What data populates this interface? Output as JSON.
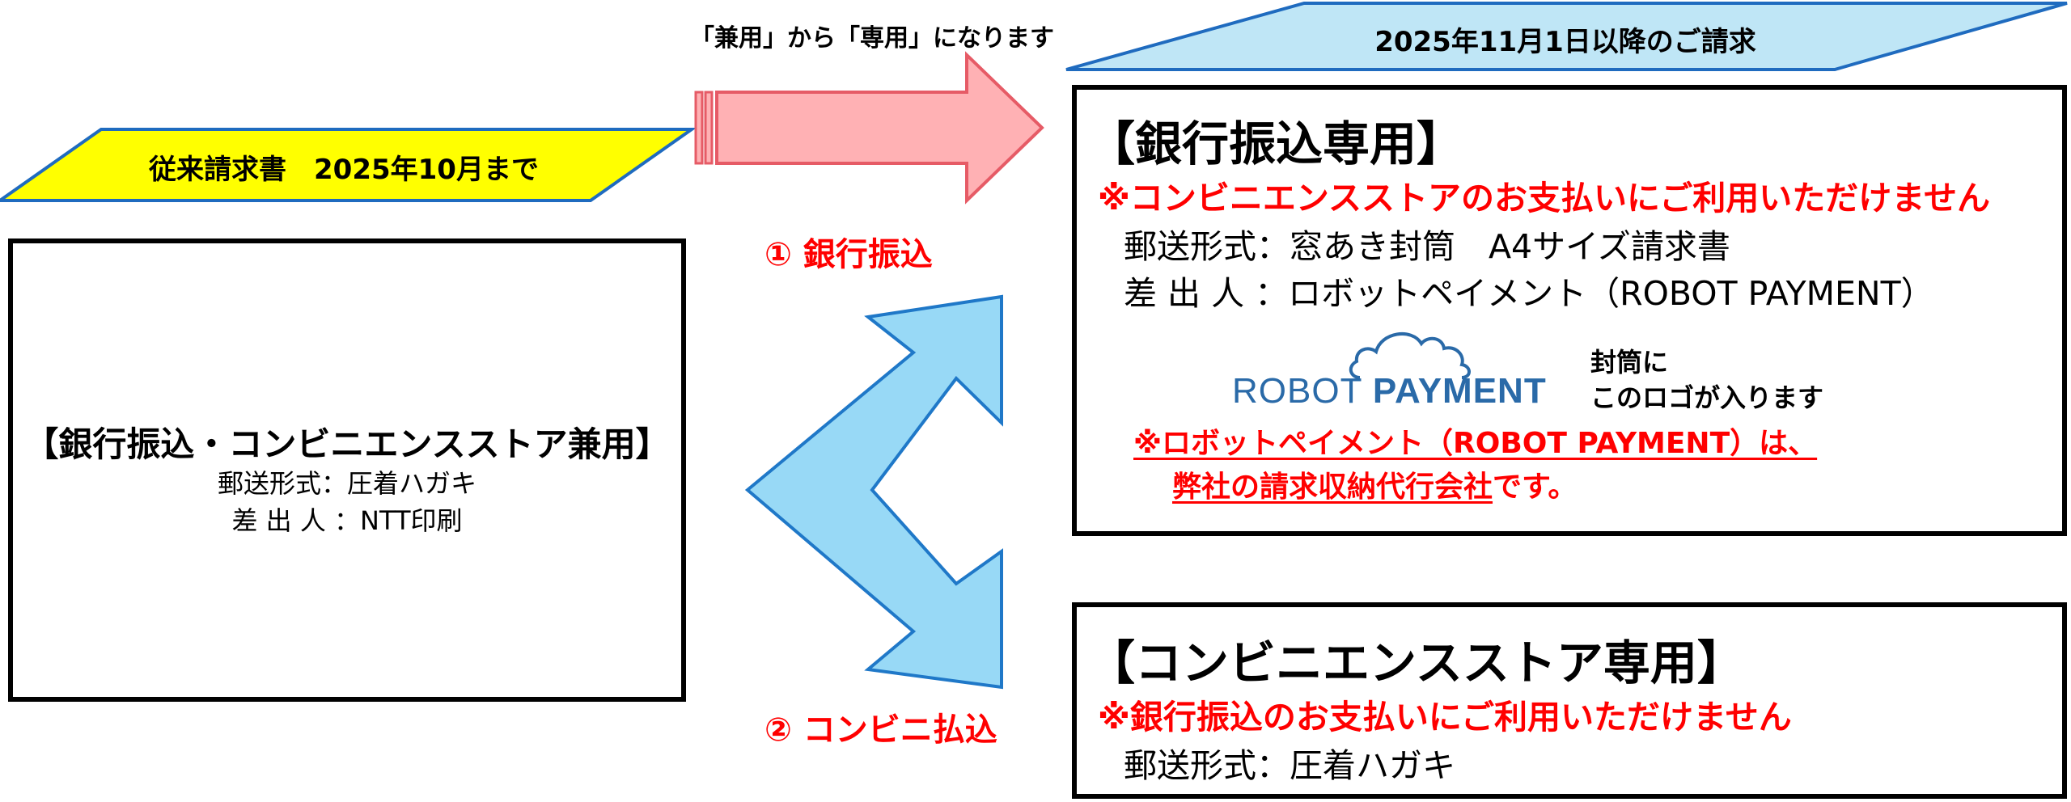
{
  "colors": {
    "legacy_banner_fill": "#ffff00",
    "legacy_banner_stroke": "#1f6bbf",
    "new_banner_fill": "#bfe6f6",
    "new_banner_stroke": "#1f6bbf",
    "pink_arrow": "#ffb1b4",
    "pink_arrow_stroke": "#e65b66",
    "blue_arrow": "#98d9f6",
    "blue_arrow_stroke": "#1f78c8",
    "red_text": "#ff0000",
    "logo_blue": "#2a6aa8"
  },
  "legacy": {
    "banner": "従来請求書　2025年10月まで",
    "title": "【銀行振込・コンビニエンスストア兼用】",
    "mail_format": "郵送形式：圧着ハガキ",
    "sender": "差 出 人 ：NTT印刷"
  },
  "transition": {
    "note": "「兼用」から「専用」になります",
    "route1": "① 銀行振込",
    "route2": "② コンビニ払込"
  },
  "new": {
    "banner": "2025年11月1日以降のご請求",
    "bank": {
      "title": "【銀行振込専用】",
      "warning": "※コンビニエンスストアのお支払いにご利用いただけません",
      "mail_format": "郵送形式：窓あき封筒　A4サイズ請求書",
      "sender": "差 出 人 ：ロボットペイメント（ROBOT PAYMENT）",
      "logo_text_a": "ROBOT",
      "logo_text_b": "PAYMENT",
      "logo_note_1": "封筒に",
      "logo_note_2": "このロゴが入ります",
      "agent_note_1": "※ロボットペイメント（ROBOT PAYMENT）は、",
      "agent_note_2_underlined": "弊社の請求収納代行会社",
      "agent_note_2_rest": "です。"
    },
    "convenience": {
      "title": "【コンビニエンスストア専用】",
      "warning": "※銀行振込のお支払いにご利用いただけません",
      "mail_format": "郵送形式：圧着ハガキ"
    }
  }
}
